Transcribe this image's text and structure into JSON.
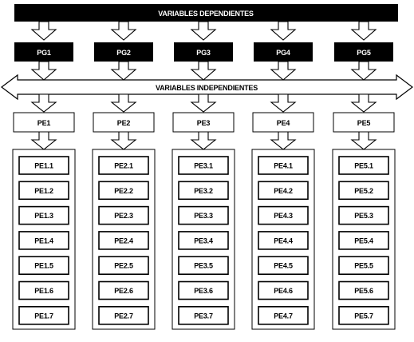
{
  "header": {
    "title": "VARIABLES DEPENDIENTES"
  },
  "band": {
    "title": "VARIABLES INDEPENDIENTES"
  },
  "columns": [
    {
      "pg": "PG1",
      "pe": "PE1",
      "items": [
        "PE1.1",
        "PE1.2",
        "PE1.3",
        "PE1.4",
        "PE1.5",
        "PE1.6",
        "PE1.7"
      ]
    },
    {
      "pg": "PG2",
      "pe": "PE2",
      "items": [
        "PE2.1",
        "PE2.2",
        "PE2.3",
        "PE2.4",
        "PE2.5",
        "PE2.6",
        "PE2.7"
      ]
    },
    {
      "pg": "PG3",
      "pe": "PE3",
      "items": [
        "PE3.1",
        "PE3.2",
        "PE3.3",
        "PE3.4",
        "PE3.5",
        "PE3.6",
        "PE3.7"
      ]
    },
    {
      "pg": "PG4",
      "pe": "PE4",
      "items": [
        "PE4.1",
        "PE4.2",
        "PE4.3",
        "PE4.4",
        "PE4.5",
        "PE4.6",
        "PE4.7"
      ]
    },
    {
      "pg": "PG5",
      "pe": "PE5",
      "items": [
        "PE5.1",
        "PE5.2",
        "PE5.3",
        "PE5.4",
        "PE5.5",
        "PE5.6",
        "PE5.7"
      ]
    }
  ],
  "colors": {
    "dark": "#000000",
    "light": "#ffffff"
  }
}
